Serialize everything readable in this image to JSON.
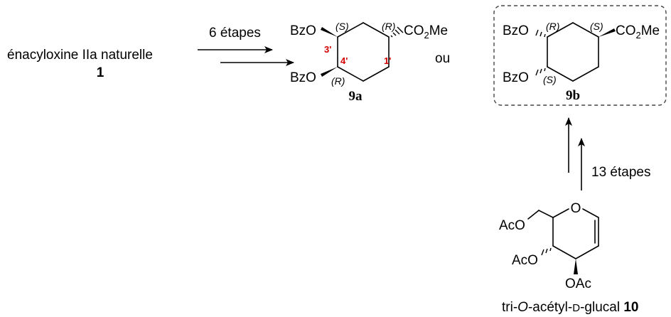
{
  "start": {
    "name": "énacyloxine IIa naturelle",
    "number": "1"
  },
  "arrow_top": {
    "label": "6 étapes"
  },
  "or_text": "ou",
  "compound_9a": {
    "sub_left_top": "BzO",
    "sub_left_bottom": "BzO",
    "ester_co": "CO",
    "ester_sub": "2",
    "ester_me": "Me",
    "stereo_3": "(S)",
    "stereo_4": "(R)",
    "stereo_1": "(R)",
    "locant_3": "3'",
    "locant_4": "4'",
    "locant_1": "1'",
    "label": "9a"
  },
  "compound_9b": {
    "sub_left_top": "BzO",
    "sub_left_bottom": "BzO",
    "ester_co": "CO",
    "ester_sub": "2",
    "ester_me": "Me",
    "stereo_3": "(R)",
    "stereo_4": "(S)",
    "stereo_1": "(S)",
    "label": "9b"
  },
  "arrow_up": {
    "label": "13 étapes"
  },
  "glucal": {
    "ring_o": "O",
    "oac_top": "AcO",
    "oac_mid": "AcO",
    "oac_bottom": "OAc",
    "name_pre": "tri-",
    "name_o": "O",
    "name_mid": "-acétyl-",
    "name_d": "D",
    "name_post": "-glucal ",
    "number": "10"
  },
  "colors": {
    "locant": "#d40000",
    "ink": "#000000",
    "box_border": "#444444"
  }
}
